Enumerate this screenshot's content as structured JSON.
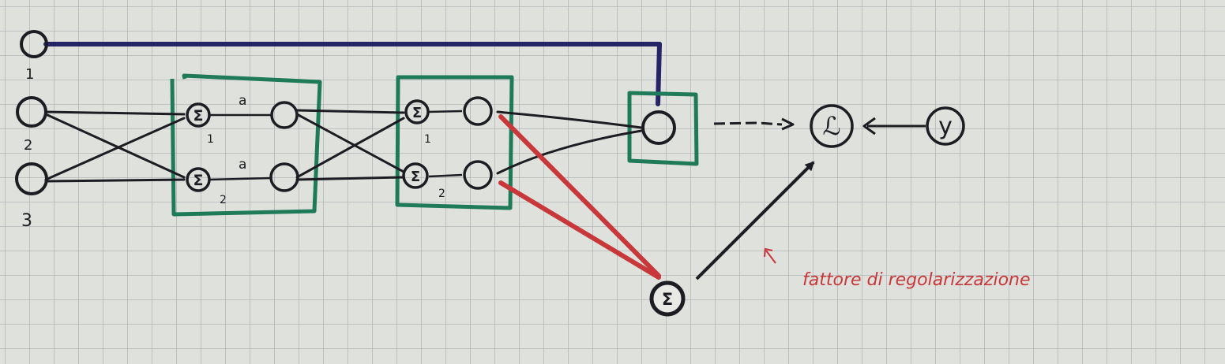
{
  "colors": {
    "paper": "#dfe1dc",
    "grid": "#a9aeb3",
    "ink_black": "#1c1c22",
    "ink_blue": "#242466",
    "ink_green": "#1f7a5a",
    "ink_red": "#c8383a"
  },
  "labels": {
    "input_1": "1",
    "input_2": "2",
    "input_3": "3",
    "layer1_sum_1": "1",
    "layer1_sum_2": "2",
    "layer1_act_top": "a",
    "layer1_act_bottom": "a",
    "layer2_sum_1": "1",
    "layer2_sum_2": "2",
    "sum_symbol": "Σ",
    "loss_symbol": "ℒ",
    "target_symbol": "y",
    "regularization_text": "fattore di regolarizzazione"
  }
}
